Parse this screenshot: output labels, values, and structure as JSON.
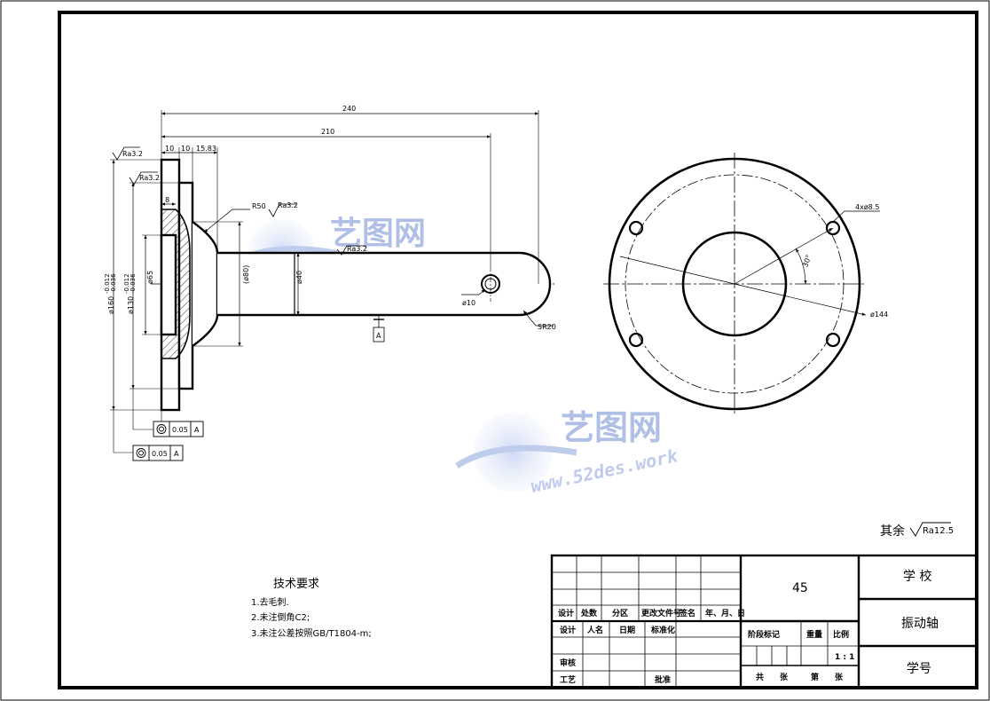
{
  "drawing": {
    "dimensions": {
      "d240": "240",
      "d210": "210",
      "d10a": "10",
      "d10b": "10",
      "d1583": "15.83",
      "d8": "8",
      "r50": "R50",
      "ra32_top": "Ra3.2",
      "ra32_second": "Ra3.2",
      "ra32_r50": "Ra3.2",
      "ra32_shaft": "Ra3.2",
      "phi160": "ø160",
      "phi160_tol_up": "-0.012",
      "phi160_tol_low": "-0.036",
      "phi130": "ø130",
      "phi130_tol_up": "-0.012",
      "phi130_tol_low": "-0.036",
      "phi65": "ø65",
      "phi80": "(ø80)",
      "phi40": "ø40",
      "phi10": "ø10",
      "sr20": "SR20",
      "datum_a": "A",
      "fcf1_value": "0.05",
      "fcf1_datum": "A",
      "fcf2_value": "0.05",
      "fcf2_datum": "A",
      "holes": "4xø8.5",
      "angle": "30°",
      "phi144": "ø144"
    },
    "surface_note_label": "其余",
    "surface_note_value": "Ra12.5"
  },
  "watermark": {
    "cn": "艺图网",
    "url": "www.52des.work"
  },
  "tech_requirements": {
    "title": "技术要求",
    "items": [
      "1.去毛刺.",
      "2.未注倒角C2;",
      "3.未注公差按照GB/T1804-m;"
    ]
  },
  "title_block": {
    "material": "45",
    "school": "学 校",
    "part_name": "振动轴",
    "student_no": "学号",
    "scale": "1 : 1",
    "row_labels": {
      "mark": "设计",
      "count": "处数",
      "zone": "分区",
      "doc": "更改文件号",
      "sign": "签名",
      "date": "年、月、日"
    },
    "design": "设计",
    "person": "人名",
    "date": "日期",
    "standard": "标准化",
    "review": "审核",
    "process": "工艺",
    "approve": "批准",
    "stage": "阶段标记",
    "weight": "重量",
    "ratio": "比例",
    "total": "共",
    "sheets": "张",
    "sheet_no": "第",
    "sheet": "张"
  }
}
